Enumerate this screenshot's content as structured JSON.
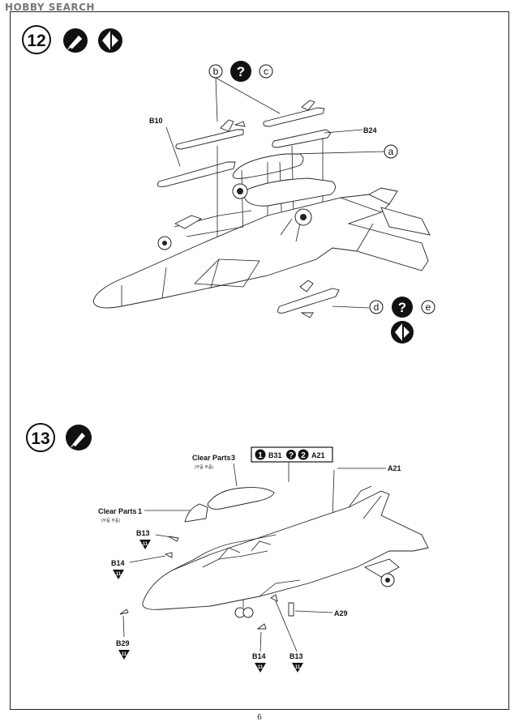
{
  "watermark": "HOBBY SEARCH",
  "page_number": "6",
  "step12": {
    "number": "12",
    "icons": [
      "glue-icon",
      "both-sides-icon"
    ],
    "letters": {
      "b": "b",
      "c": "c",
      "a": "a",
      "d": "d",
      "e": "e"
    },
    "question_mark": "?",
    "parts": {
      "b10": "B10",
      "b24": "B24"
    }
  },
  "step13": {
    "number": "13",
    "icons": [
      "glue-icon"
    ],
    "clear_parts_3": {
      "label": "Clear Parts",
      "num": "3",
      "sub": "(부품 부품)"
    },
    "clear_parts_1": {
      "label": "Clear Parts",
      "num": "1",
      "sub": "(부품 부품)"
    },
    "seq": {
      "n1": "1",
      "p1": "B31",
      "q": "?",
      "n2": "2",
      "p2": "A21"
    },
    "parts": {
      "a21": "A21",
      "a29": "A29",
      "b13_top": "B13",
      "b14_top": "B14",
      "b29": "B29",
      "b14_bottom": "B14",
      "b13_bottom": "B13"
    },
    "triangle_num": "11"
  }
}
